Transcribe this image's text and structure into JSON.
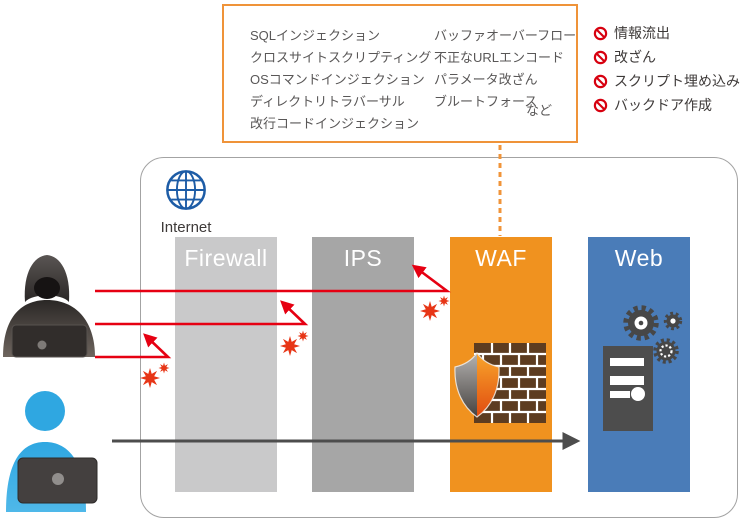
{
  "attack_box": {
    "items_left": [
      "SQLインジェクション",
      "クロスサイトスクリプティング",
      "OSコマンドインジェクション",
      "ディレクトリトラバーサル",
      "改行コードインジェクション"
    ],
    "items_right": [
      "バッファオーバーフロー",
      "不正なURLエンコード",
      "パラメータ改ざん",
      "ブルートフォース"
    ],
    "etc_label": "など"
  },
  "blocked_list": {
    "items": [
      "情報流出",
      "改ざん",
      "スクリプト埋め込み",
      "バックドア作成"
    ]
  },
  "diagram": {
    "internet_label": "Internet",
    "columns": [
      {
        "id": "firewall",
        "label": "Firewall",
        "color": "#c9c9ca"
      },
      {
        "id": "ips",
        "label": "IPS",
        "color": "#a6a6a6"
      },
      {
        "id": "waf",
        "label": "WAF",
        "color": "#f0921f"
      },
      {
        "id": "web",
        "label": "Web",
        "color": "#4a7cb8"
      }
    ],
    "actors": [
      {
        "id": "attacker",
        "type": "hacker"
      },
      {
        "id": "normal-user",
        "type": "user"
      }
    ],
    "arrows": [
      {
        "from": "attacker",
        "result": "blocked-before-firewall",
        "color": "#e60012"
      },
      {
        "from": "attacker",
        "result": "blocked-before-ips",
        "color": "#e60012"
      },
      {
        "from": "attacker",
        "result": "blocked-before-waf",
        "color": "#e60012"
      },
      {
        "from": "normal-user",
        "result": "passes-to-web",
        "color": "#4d4d4d"
      }
    ]
  },
  "colors": {
    "attack_arrow_red": "#e60012",
    "burst_red": "#e73516",
    "normal_arrow_gray": "#4d4d4d",
    "box_border_orange": "#ef9339",
    "dashed_connector_orange": "#f0943a",
    "prohibition_red": "#d7000f",
    "globe_blue": "#1d5ca6",
    "frame_border_gray": "#a3a3a3"
  }
}
